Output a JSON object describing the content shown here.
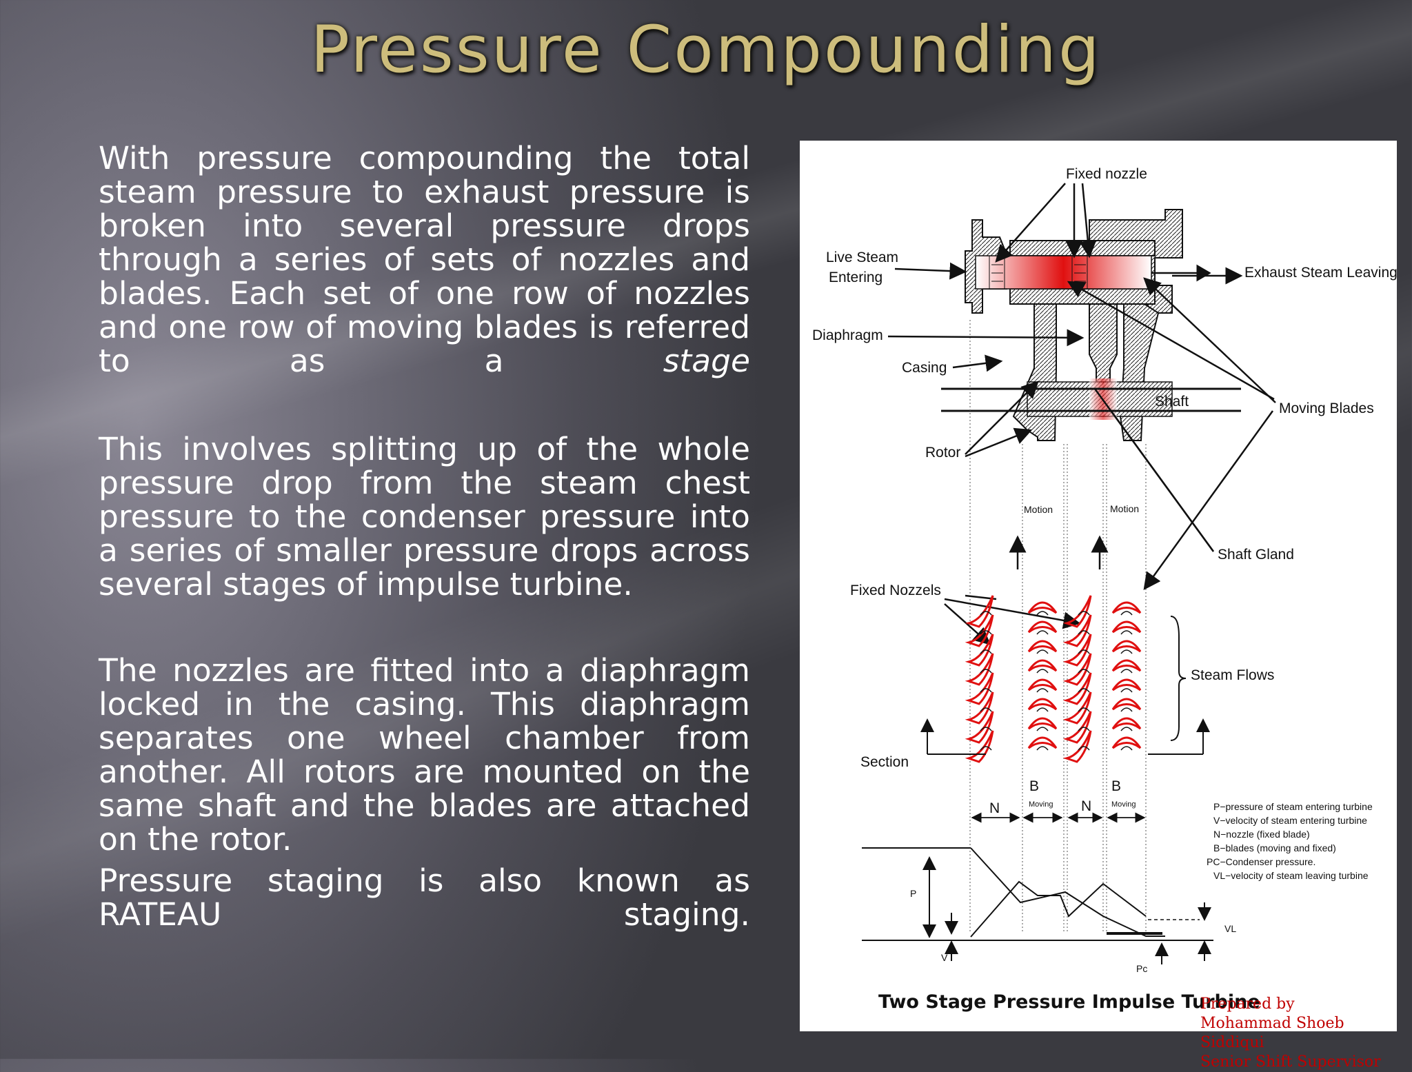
{
  "slide": {
    "title": "Pressure Compounding",
    "paragraph1_main": "With pressure compounding the total steam pressure to exhaust pressure is broken into several pressure drops through a series of sets of nozzles and blades. Each set of one row of nozzles and one row of moving blades is referred to as a ",
    "paragraph1_emphasis": "stage",
    "paragraph2": "This involves splitting up of the whole pressure drop from the steam chest pressure to the condenser pressure into a series of smaller pressure drops across several stages of impulse turbine.",
    "paragraph3": "The nozzles are fitted into a diaphragm locked in the casing. This diaphragm separates one wheel chamber from another. All rotors are mounted on the same shaft and the blades are attached on the rotor.",
    "paragraph4": "Pressure staging is also known as RATEAU staging."
  },
  "diagram": {
    "labels": {
      "fixed_nozzle": "Fixed nozzle",
      "live_steam_line1": "Live Steam",
      "live_steam_line2": "Entering",
      "exhaust_steam": "Exhaust Steam Leaving",
      "diaphragm": "Diaphragm",
      "casing": "Casing",
      "shaft": "Shaft",
      "moving_blades": "Moving Blades",
      "rotor": "Rotor",
      "motion_1": "Motion",
      "motion_2": "Motion",
      "shaft_gland": "Shaft Gland",
      "fixed_nozzels": "Fixed Nozzels",
      "steam_flows": "Steam Flows",
      "section": "Section",
      "b1": "B",
      "b1_sub": "Moving",
      "b2": "B",
      "b2_sub": "Moving",
      "n1": "N",
      "n2": "N",
      "p": "P",
      "v": "V",
      "vl": "VL",
      "pc": "Pc"
    },
    "legend": [
      "P−pressure of steam entering turbine",
      "V−velocity of steam entering turbine",
      "N−nozzle (fixed blade)",
      "B−blades (moving and fixed)",
      "PC−Condenser pressure.",
      "VL−velocity of steam leaving turbine"
    ],
    "caption": "Two Stage Pressure Impulse Turbine",
    "credit": [
      "Prepared by",
      "Mohammad Shoeb Siddiqui",
      "Senior Shift Supervisor"
    ],
    "accent_color": "#e01010",
    "title_color": "#cdbd7c"
  }
}
